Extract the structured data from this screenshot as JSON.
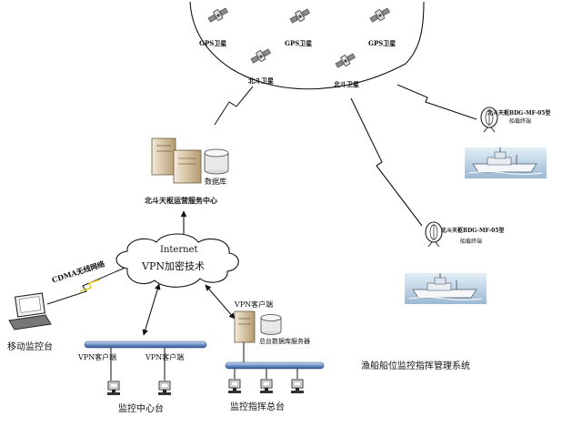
{
  "satellites": {
    "gps_label": "GPS卫星",
    "beidou_label": "北斗卫星"
  },
  "operation_center": {
    "database_label": "数据库",
    "center_label": "北斗天枢运营服务中心"
  },
  "internet_cloud": {
    "line1": "Internet",
    "line2": "VPN加密技术"
  },
  "cdma": {
    "label": "CDMA无线网络"
  },
  "mobile_station": {
    "label": "移动监控台"
  },
  "monitoring_center": {
    "client_label": "VPN客户端",
    "title": "监控中心台"
  },
  "command_center": {
    "client_label": "VPN客户端",
    "server_label": "总台数据库服务器",
    "title": "监控指挥总台"
  },
  "vessels": {
    "terminal_1": "北斗天枢BDG-MF-05型",
    "terminal_1_sub": "船载终端",
    "terminal_2": "北斗天枢BDG-MF-05型",
    "terminal_2_sub": "船载终端"
  },
  "system_title": "渔船船位监控指挥管理系统"
}
